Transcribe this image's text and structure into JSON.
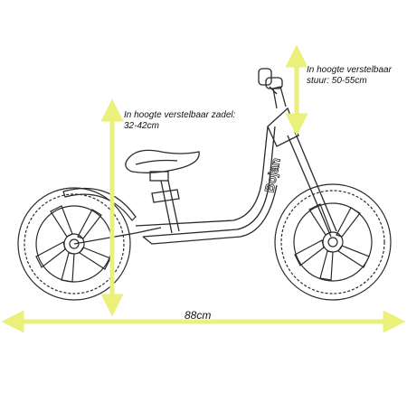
{
  "annotations": {
    "handlebar": {
      "line1": "In hoogte verstelbaar",
      "line2": "stuur: 50-55cm"
    },
    "saddle": {
      "line1": "In hoogte verstelbaar zadel:",
      "line2": "32-42cm"
    },
    "length": "88cm"
  },
  "brand": "Bojan",
  "colors": {
    "measurement": "#eaf07a",
    "line": "#2a2a2a"
  }
}
